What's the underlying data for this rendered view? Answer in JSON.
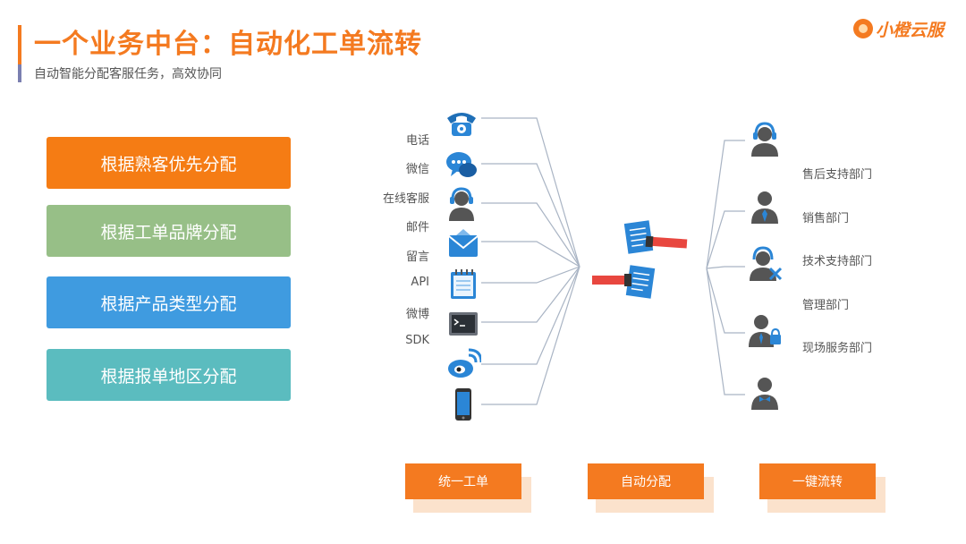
{
  "header": {
    "title": "一个业务中台：自动化工单流转",
    "subtitle": "自动智能分配客服任务，高效协同",
    "brand": "小橙云服"
  },
  "cards": [
    {
      "label": "根据熟客优先分配",
      "color": "#f57c14"
    },
    {
      "label": "根据工单品牌分配",
      "color": "#97bf87"
    },
    {
      "label": "根据产品类型分配",
      "color": "#3f9be0"
    },
    {
      "label": "根据报单地区分配",
      "color": "#5bbcbf"
    }
  ],
  "channels": [
    "电话",
    "微信",
    "在线客服",
    "邮件",
    "留言",
    "API",
    "微博",
    "SDK"
  ],
  "departments": [
    "售后支持部门",
    "销售部门",
    "技术支持部门",
    "管理部门",
    "现场服务部门"
  ],
  "steps": [
    "统一工单",
    "自动分配",
    "一键流转"
  ],
  "colors": {
    "accent": "#f47a20",
    "line": "#a9b4c4"
  }
}
